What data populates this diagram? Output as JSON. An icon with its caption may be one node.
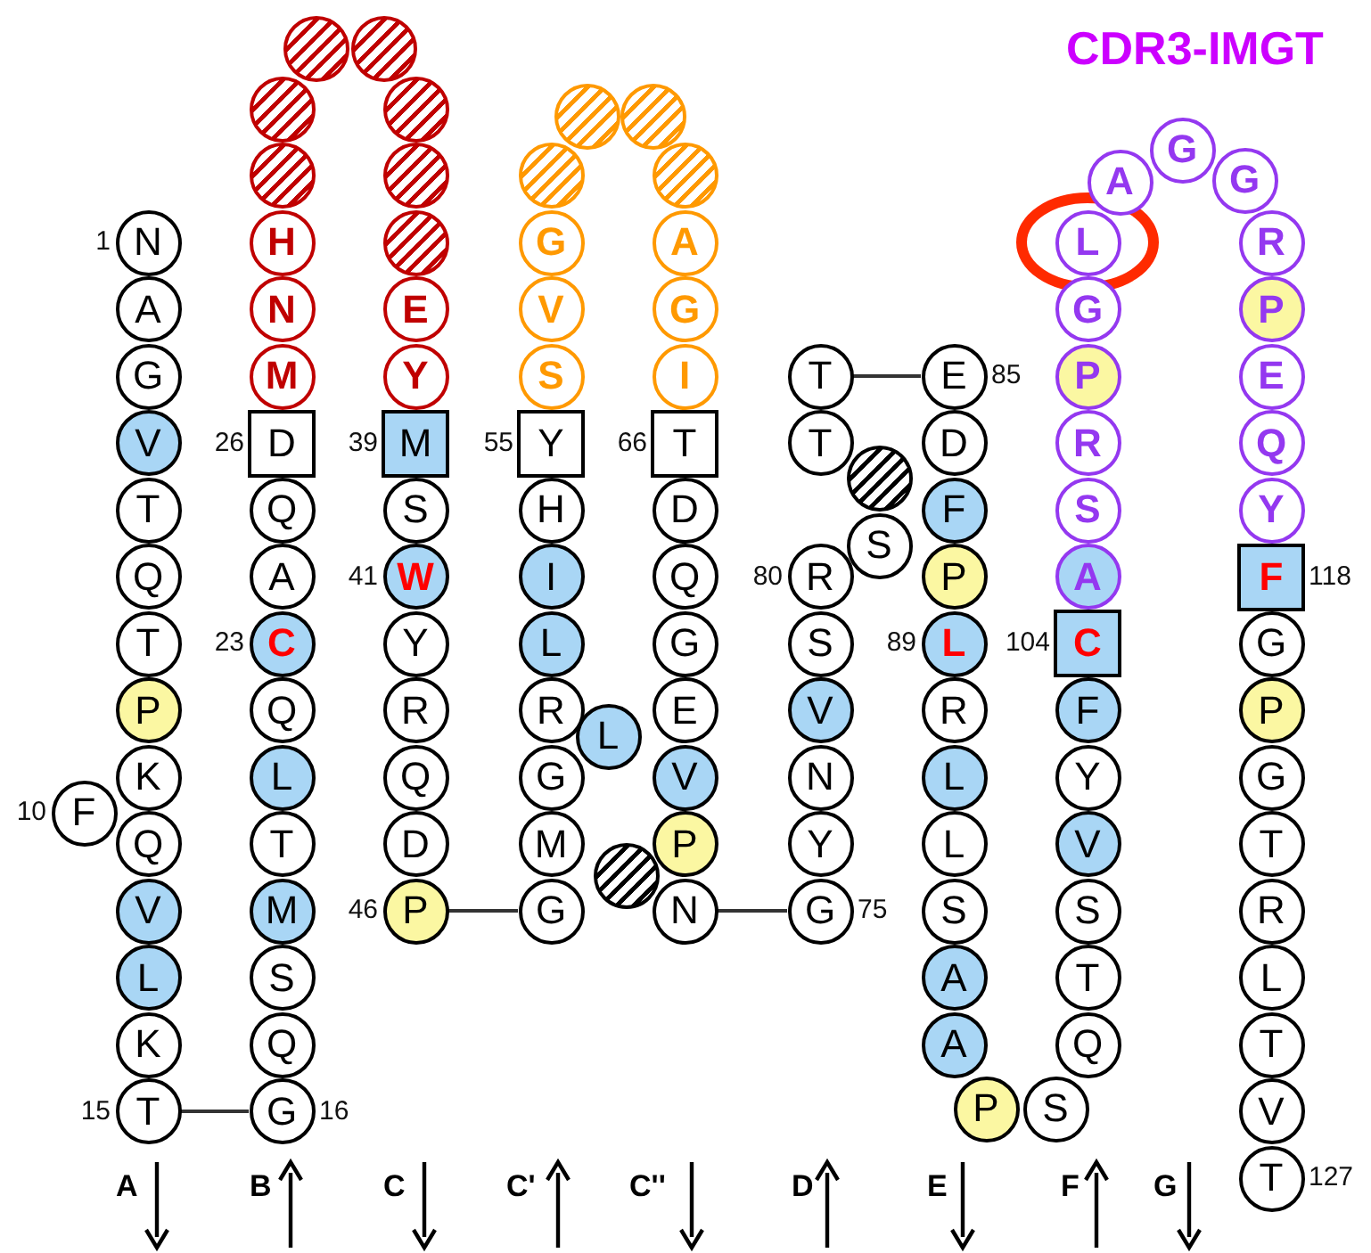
{
  "diagram": {
    "nodes": [
      {
        "text": [
          "N"
        ],
        "beside": [
          "1"
        ]
      },
      {
        "text": [
          "A"
        ]
      },
      {
        "text": [
          "G"
        ]
      },
      {
        "text": [
          "V"
        ]
      },
      {
        "text": [
          "T"
        ]
      },
      {
        "text": [
          "Q"
        ]
      },
      {
        "text": [
          "T"
        ]
      },
      {
        "text": [
          "P"
        ]
      },
      {
        "text": [
          "K"
        ]
      },
      {
        "text": [
          "F"
        ],
        "beside": [
          "10"
        ]
      },
      {
        "text": [
          "Q"
        ]
      },
      {
        "text": [
          "V"
        ]
      },
      {
        "text": [
          "L"
        ]
      },
      {
        "text": [
          "K"
        ]
      },
      {
        "text": [
          "T"
        ],
        "beside": [
          "15"
        ]
      },
      {
        "text": [
          "G"
        ],
        "beside": [
          "16"
        ]
      },
      {
        "text": [
          "Q"
        ]
      },
      {
        "text": [
          "S"
        ]
      },
      {
        "text": [
          "M"
        ]
      },
      {
        "text": [
          "T"
        ]
      },
      {
        "text": [
          "L"
        ]
      },
      {
        "text": [
          "Q"
        ]
      },
      {
        "text": [
          "C"
        ],
        "beside": [
          "23"
        ]
      },
      {
        "text": [
          "A"
        ]
      },
      {
        "text": [
          "Q"
        ]
      },
      {
        "text": [
          "D"
        ],
        "beside": [
          "26"
        ]
      },
      {
        "text": [
          "M"
        ]
      },
      {
        "text": [
          "N"
        ]
      },
      {
        "text": [
          "H"
        ]
      },
      {
        "text": [],
        "shape": "circle"
      },
      {
        "text": [],
        "shape": "circle"
      },
      {
        "text": [],
        "shape": "circle"
      },
      {
        "text": [],
        "shape": "circle"
      },
      {
        "text": [],
        "shape": "circle"
      },
      {
        "text": [],
        "shape": "circle"
      },
      {
        "text": [],
        "shape": "circle"
      },
      {
        "text": [
          "E"
        ]
      },
      {
        "text": [
          "Y"
        ]
      },
      {
        "text": [
          "M"
        ],
        "beside": [
          "39"
        ]
      },
      {
        "text": [
          "S"
        ]
      },
      {
        "text": [
          "W"
        ],
        "beside": [
          "41"
        ]
      },
      {
        "text": [
          "Y"
        ]
      },
      {
        "text": [
          "R"
        ]
      },
      {
        "text": [
          "Q"
        ]
      },
      {
        "text": [
          "D"
        ]
      },
      {
        "text": [
          "P"
        ],
        "beside": [
          "46"
        ]
      },
      {
        "text": [
          "G"
        ]
      },
      {
        "text": [
          "M"
        ]
      },
      {
        "text": [
          "G"
        ]
      },
      {
        "text": [
          "L"
        ]
      },
      {
        "text": [
          "R"
        ]
      },
      {
        "text": [
          "L"
        ]
      },
      {
        "text": [
          "I"
        ]
      },
      {
        "text": [
          "H"
        ]
      },
      {
        "text": [
          "Y"
        ],
        "beside": [
          "55"
        ]
      },
      {
        "text": [
          "S"
        ]
      },
      {
        "text": [
          "V"
        ]
      },
      {
        "text": [
          "G"
        ]
      },
      {
        "text": [],
        "shape": "circle"
      },
      {
        "text": [],
        "shape": "circle"
      },
      {
        "text": [],
        "shape": "circle"
      },
      {
        "text": [],
        "shape": "circle"
      },
      {
        "text": [
          "A"
        ]
      },
      {
        "text": [
          "G"
        ]
      },
      {
        "text": [
          "I"
        ]
      },
      {
        "text": [
          "T"
        ],
        "beside": [
          "66"
        ]
      },
      {
        "text": [
          "D"
        ]
      },
      {
        "text": [
          "Q"
        ]
      },
      {
        "text": [
          "G"
        ]
      },
      {
        "text": [
          "E"
        ]
      },
      {
        "text": [
          "V"
        ]
      },
      {
        "text": [
          "P"
        ]
      },
      {
        "text": [],
        "shape": "circle"
      },
      {
        "text": [
          "N"
        ]
      },
      {
        "text": [
          "G"
        ],
        "beside": [
          "75"
        ]
      },
      {
        "text": [
          "Y"
        ]
      },
      {
        "text": [
          "N"
        ]
      },
      {
        "text": [
          "V"
        ]
      },
      {
        "text": [
          "S"
        ]
      },
      {
        "text": [
          "R"
        ],
        "beside": [
          "80"
        ]
      },
      {
        "text": [
          "S"
        ]
      },
      {
        "text": [],
        "shape": "circle"
      },
      {
        "text": [
          "T"
        ]
      },
      {
        "text": [
          "T"
        ]
      },
      {
        "text": [
          "E"
        ],
        "beside": [
          "85"
        ]
      },
      {
        "text": [
          "D"
        ]
      },
      {
        "text": [
          "F"
        ]
      },
      {
        "text": [
          "P"
        ]
      },
      {
        "text": [
          "L"
        ],
        "beside": [
          "89"
        ]
      },
      {
        "text": [
          "R"
        ]
      },
      {
        "text": [
          "L"
        ]
      },
      {
        "text": [
          "L"
        ]
      },
      {
        "text": [
          "S"
        ]
      },
      {
        "text": [
          "A"
        ]
      },
      {
        "text": [
          "A"
        ]
      },
      {
        "text": [
          "P"
        ]
      },
      {
        "text": [
          "S"
        ]
      },
      {
        "text": [
          "Q"
        ]
      },
      {
        "text": [
          "T"
        ]
      },
      {
        "text": [
          "S"
        ]
      },
      {
        "text": [
          "V"
        ]
      },
      {
        "text": [
          "Y"
        ]
      },
      {
        "text": [
          "F"
        ]
      },
      {
        "text": [
          "C"
        ],
        "beside": [
          "104"
        ]
      },
      {
        "text": [
          "A"
        ]
      },
      {
        "text": [
          "S"
        ]
      },
      {
        "text": [
          "R"
        ]
      },
      {
        "text": [
          "P"
        ]
      },
      {
        "text": [
          "G"
        ]
      },
      {
        "text": [
          "L"
        ]
      },
      {
        "text": [
          "A"
        ]
      },
      {
        "text": [
          "G"
        ]
      },
      {
        "text": [
          "G"
        ]
      },
      {
        "text": [
          "R"
        ]
      },
      {
        "text": [
          "P"
        ]
      },
      {
        "text": [
          "E"
        ]
      },
      {
        "text": [
          "Q"
        ]
      },
      {
        "text": [
          "Y"
        ]
      },
      {
        "text": [
          "F"
        ],
        "beside": [
          "118"
        ]
      },
      {
        "text": [
          "G"
        ]
      },
      {
        "text": [
          "P"
        ]
      },
      {
        "text": [
          "G"
        ]
      },
      {
        "text": [
          "T"
        ]
      },
      {
        "text": [
          "R"
        ]
      },
      {
        "text": [
          "L"
        ]
      },
      {
        "text": [
          "T"
        ]
      },
      {
        "text": [
          "V"
        ]
      },
      {
        "text": [
          "T"
        ],
        "beside": [
          "127"
        ]
      }
    ],
    "edges": [
      {
        "from": 14,
        "to": 15,
        "arrow": "none"
      },
      {
        "from": 45,
        "to": 46,
        "arrow": "none"
      },
      {
        "from": 73,
        "to": 74,
        "arrow": "none"
      },
      {
        "from": 83,
        "to": 84,
        "arrow": "none"
      }
    ],
    "labels": [
      "CDR3-IMGT",
      "A",
      "B",
      "C",
      "C'",
      "C''",
      "D",
      "E",
      "F",
      "G"
    ]
  }
}
